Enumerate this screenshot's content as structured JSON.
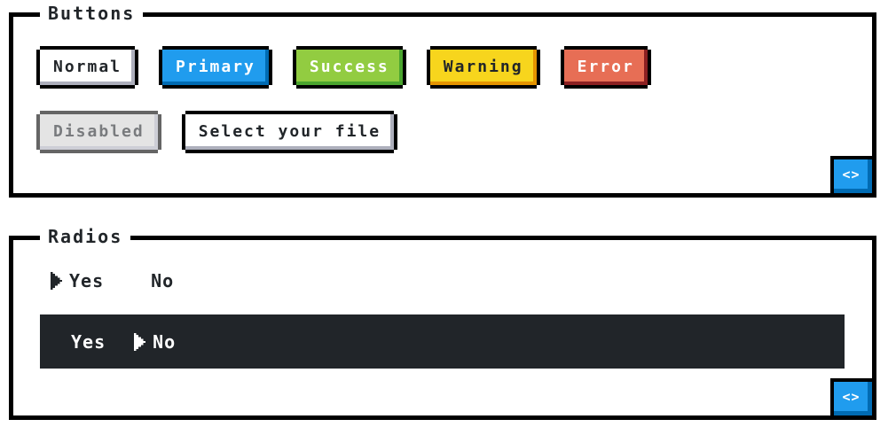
{
  "buttons_panel": {
    "title": "Buttons",
    "buttons": [
      {
        "label": "Normal",
        "variant": "normal"
      },
      {
        "label": "Primary",
        "variant": "primary"
      },
      {
        "label": "Success",
        "variant": "success"
      },
      {
        "label": "Warning",
        "variant": "warning"
      },
      {
        "label": "Error",
        "variant": "error"
      },
      {
        "label": "Disabled",
        "variant": "disabled"
      },
      {
        "label": "Select your file",
        "variant": "normal-file"
      }
    ],
    "code_button_label": "<>"
  },
  "radios_panel": {
    "title": "Radios",
    "light_group": {
      "options": [
        {
          "label": "Yes",
          "selected": true
        },
        {
          "label": "No",
          "selected": false
        }
      ]
    },
    "dark_group": {
      "options": [
        {
          "label": "Yes",
          "selected": false
        },
        {
          "label": "No",
          "selected": true
        }
      ]
    },
    "code_button_label": "<>"
  },
  "icons": {
    "radio_selected": "pixel-right-arrow",
    "code_toggle": "angle-brackets"
  },
  "colors": {
    "border": "#000000",
    "text": "#212529",
    "primary": "#209cee",
    "primary_shadow": "#006bb3",
    "success": "#92cc41",
    "success_shadow": "#4aa52e",
    "warning": "#f7d51d",
    "warning_shadow": "#e59400",
    "error": "#e76e55",
    "error_shadow": "#8c2022",
    "normal_shadow": "#adafbc",
    "disabled_bg": "#d3d3d3",
    "dark_bg": "#212529"
  }
}
